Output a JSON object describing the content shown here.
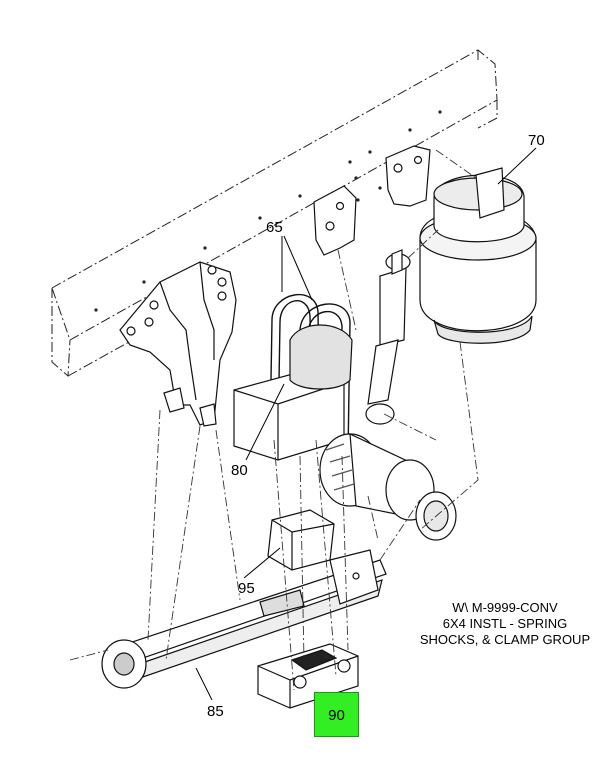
{
  "callouts": {
    "c70": "70",
    "c65": "65",
    "c80": "80",
    "c95": "95",
    "c85": "85",
    "c90": "90"
  },
  "note": {
    "line1": "W\\ M-9999-CONV",
    "line2": "6X4 INSTL - SPRING",
    "line3": "SHOCKS, & CLAMP GROUP"
  },
  "highlight": {
    "color": "#33ee22",
    "part": "90"
  }
}
